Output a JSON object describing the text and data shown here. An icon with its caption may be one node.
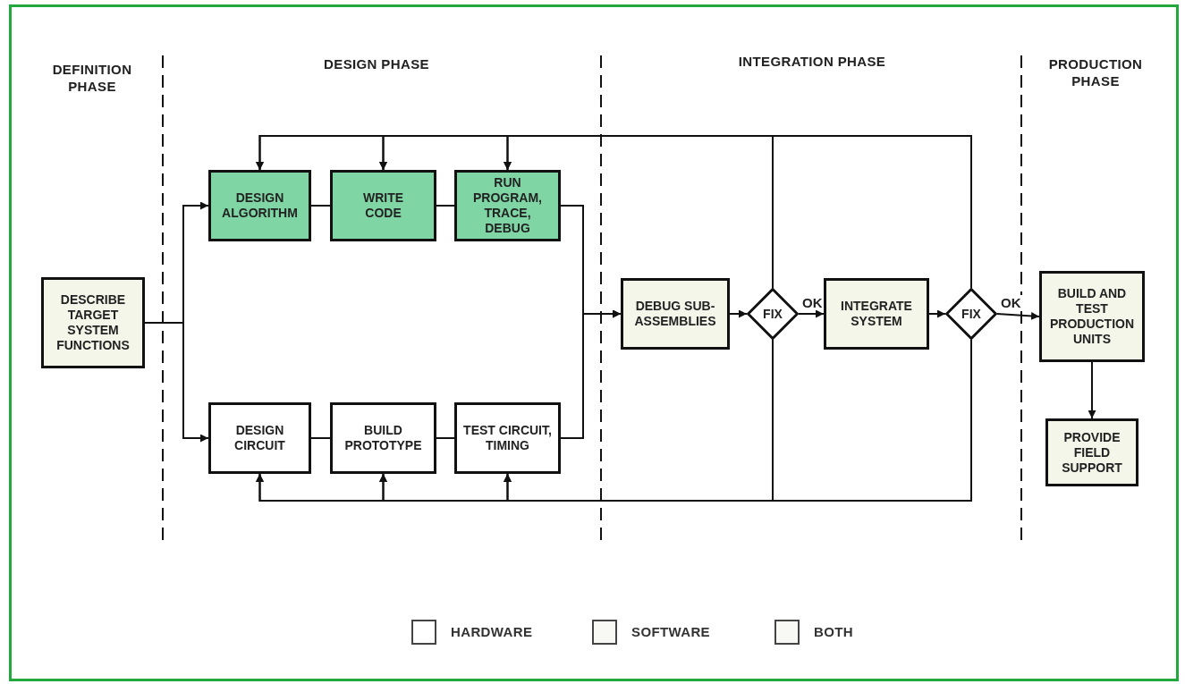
{
  "diagram": {
    "nodes": [
      {
        "text": [
          "DESCRIBE TARGET SYSTEM FUNCTIONS"
        ]
      },
      {
        "text": [
          "DESIGN ALGORITHM"
        ]
      },
      {
        "text": [
          "WRITE CODE"
        ]
      },
      {
        "text": [
          "RUN PROGRAM, TRACE, DEBUG"
        ]
      },
      {
        "text": [
          "DESIGN CIRCUIT"
        ]
      },
      {
        "text": [
          "BUILD PROTOTYPE"
        ]
      },
      {
        "text": [
          "TEST CIRCUIT, TIMING"
        ]
      },
      {
        "text": [
          "DEBUG SUB-ASSEMBLIES"
        ]
      },
      {
        "text": [
          "FIX"
        ]
      },
      {
        "text": [
          "INTEGRATE SYSTEM"
        ]
      },
      {
        "text": [
          "FIX"
        ]
      },
      {
        "text": [
          "BUILD AND TEST PRODUCTION UNITS"
        ]
      },
      {
        "text": [
          "PROVIDE FIELD SUPPORT"
        ]
      }
    ],
    "edges": [
      {
        "from": 0,
        "to": 1,
        "arrow": "to"
      },
      {
        "from": 0,
        "to": 4,
        "arrow": "to"
      },
      {
        "from": 1,
        "to": 2,
        "arrow": "none"
      },
      {
        "from": 2,
        "to": 3,
        "arrow": "none"
      },
      {
        "from": 4,
        "to": 5,
        "arrow": "none"
      },
      {
        "from": 5,
        "to": 6,
        "arrow": "none"
      },
      {
        "from": 3,
        "to": 7,
        "arrow": "to"
      },
      {
        "from": 6,
        "to": 7,
        "arrow": "to"
      },
      {
        "from": 7,
        "to": 8,
        "arrow": "to"
      },
      {
        "from": 8,
        "to": 9,
        "arrow": "to",
        "label": "OK"
      },
      {
        "from": 9,
        "to": 10,
        "arrow": "to"
      },
      {
        "from": 10,
        "to": 11,
        "arrow": "to",
        "label": "OK"
      },
      {
        "from": 11,
        "to": 12,
        "arrow": "to"
      },
      {
        "from": 8,
        "to": 1,
        "arrow": "to"
      },
      {
        "from": 8,
        "to": 2,
        "arrow": "to"
      },
      {
        "from": 8,
        "to": 3,
        "arrow": "to"
      },
      {
        "from": 10,
        "to": 1,
        "arrow": "to"
      },
      {
        "from": 10,
        "to": 2,
        "arrow": "to"
      },
      {
        "from": 10,
        "to": 3,
        "arrow": "to"
      },
      {
        "from": 8,
        "to": 4,
        "arrow": "to"
      },
      {
        "from": 8,
        "to": 5,
        "arrow": "to"
      },
      {
        "from": 8,
        "to": 6,
        "arrow": "to"
      },
      {
        "from": 10,
        "to": 4,
        "arrow": "to"
      },
      {
        "from": 10,
        "to": 5,
        "arrow": "to"
      },
      {
        "from": 10,
        "to": 6,
        "arrow": "to"
      }
    ],
    "labels": [
      "DEFINITION PHASE",
      "DESIGN PHASE",
      "INTEGRATION PHASE",
      "PRODUCTION PHASE"
    ],
    "legend": [
      {
        "text": "HARDWARE",
        "color": "#ffffff"
      },
      {
        "text": "SOFTWARE",
        "color": "#f8f8f4"
      },
      {
        "text": "BOTH",
        "color": "#f8f8f4"
      }
    ]
  }
}
